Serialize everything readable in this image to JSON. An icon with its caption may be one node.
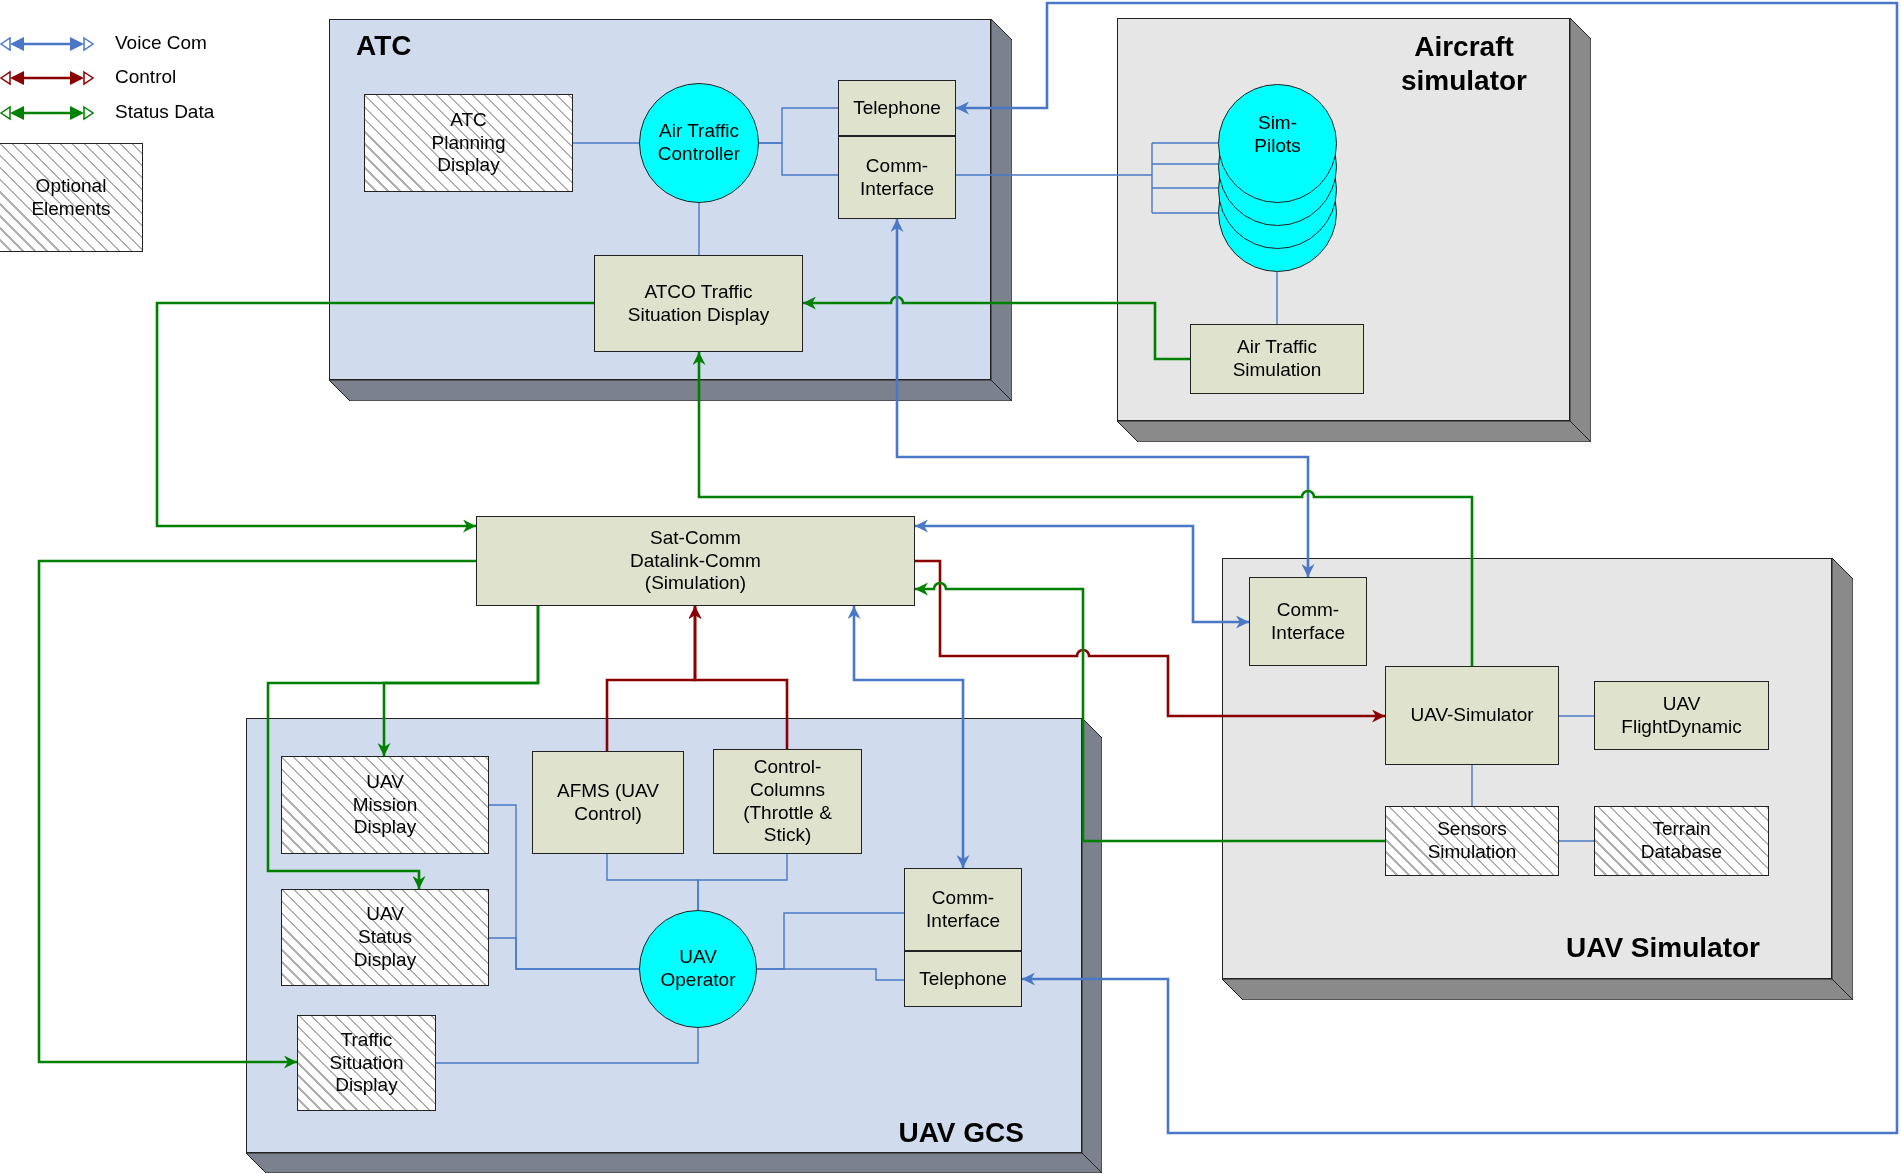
{
  "diagram": {
    "nodes": [
      {
        "text": [
          "ATC"
        ]
      },
      {
        "text": [
          "ATC Planning Display"
        ],
        "in": 0
      },
      {
        "text": [
          "Air Traffic Controller"
        ],
        "in": 0
      },
      {
        "text": [
          "Telephone"
        ],
        "in": 0
      },
      {
        "text": [
          "Comm-Interface"
        ],
        "in": 0
      },
      {
        "text": [
          "ATCO Traffic Situation Display"
        ],
        "in": 0
      },
      {
        "text": [
          "Aircraft simulator"
        ]
      },
      {
        "text": [
          "Sim-Pilots"
        ],
        "in": 6
      },
      {
        "text": [
          "Air Traffic Simulation"
        ],
        "in": 6
      },
      {
        "text": [
          "Sat-Comm Datalink-Comm (Simulation)"
        ]
      },
      {
        "text": [
          "UAV Simulator"
        ]
      },
      {
        "text": [
          "Comm-Interface"
        ],
        "in": 10
      },
      {
        "text": [
          "UAV-Simulator"
        ],
        "in": 10
      },
      {
        "text": [
          "UAV FlightDynamic"
        ],
        "in": 10
      },
      {
        "text": [
          "Sensors Simulation"
        ],
        "in": 10
      },
      {
        "text": [
          "Terrain Database"
        ],
        "in": 10
      },
      {
        "text": [
          "UAV GCS"
        ]
      },
      {
        "text": [
          "UAV Mission Display"
        ],
        "in": 16
      },
      {
        "text": [
          "AFMS (UAV Control)"
        ],
        "in": 16
      },
      {
        "text": [
          "Control-Columns (Throttle & Stick)"
        ],
        "in": 16
      },
      {
        "text": [
          "UAV Status Display"
        ],
        "in": 16
      },
      {
        "text": [
          "Comm-Interface"
        ],
        "in": 16
      },
      {
        "text": [
          "UAV Operator"
        ],
        "in": 16
      },
      {
        "text": [
          "Telephone"
        ],
        "in": 16
      },
      {
        "text": [
          "Traffic Situation Display"
        ],
        "in": 16
      }
    ],
    "edges": [
      {
        "from": 1,
        "to": 2,
        "arrow": "none"
      },
      {
        "from": 2,
        "to": 3,
        "arrow": "none"
      },
      {
        "from": 2,
        "to": 4,
        "arrow": "none"
      },
      {
        "from": 2,
        "to": 5,
        "arrow": "none"
      },
      {
        "from": 4,
        "to": 7,
        "arrow": "none"
      },
      {
        "from": 7,
        "to": 8,
        "arrow": "none"
      },
      {
        "from": 8,
        "to": 5,
        "arrow": "to",
        "color": "#008000"
      },
      {
        "from": 3,
        "to": 23,
        "arrow": "both"
      },
      {
        "from": 4,
        "to": 11,
        "arrow": "both"
      },
      {
        "from": 12,
        "to": 5,
        "arrow": "to",
        "color": "#008000"
      },
      {
        "from": 5,
        "to": 9,
        "arrow": "to",
        "color": "#008000"
      },
      {
        "from": 9,
        "to": 11,
        "arrow": "both"
      },
      {
        "from": 9,
        "to": 17,
        "arrow": "to",
        "color": "#008000"
      },
      {
        "from": 9,
        "to": 20,
        "arrow": "to",
        "color": "#008000"
      },
      {
        "from": 9,
        "to": 24,
        "arrow": "to",
        "color": "#008000"
      },
      {
        "from": 18,
        "to": 9,
        "arrow": "to",
        "color": "#8b0000"
      },
      {
        "from": 19,
        "to": 9,
        "arrow": "to",
        "color": "#8b0000"
      },
      {
        "from": 9,
        "to": 12,
        "arrow": "to",
        "color": "#8b0000"
      },
      {
        "from": 14,
        "to": 9,
        "arrow": "to",
        "color": "#008000"
      },
      {
        "from": 9,
        "to": 21,
        "arrow": "both"
      },
      {
        "from": 12,
        "to": 13,
        "arrow": "none"
      },
      {
        "from": 12,
        "to": 14,
        "arrow": "none"
      },
      {
        "from": 14,
        "to": 15,
        "arrow": "none"
      },
      {
        "from": 17,
        "to": 22,
        "arrow": "none"
      },
      {
        "from": 20,
        "to": 22,
        "arrow": "none"
      },
      {
        "from": 24,
        "to": 22,
        "arrow": "none"
      },
      {
        "from": 18,
        "to": 22,
        "arrow": "none"
      },
      {
        "from": 19,
        "to": 22,
        "arrow": "none"
      },
      {
        "from": 22,
        "to": 21,
        "arrow": "none"
      },
      {
        "from": 22,
        "to": 23,
        "arrow": "none"
      }
    ],
    "legend": [
      {
        "text": "Voice Com"
      },
      {
        "text": "Control"
      },
      {
        "text": "Status Data"
      },
      {
        "text": "Optional Elements"
      }
    ]
  }
}
